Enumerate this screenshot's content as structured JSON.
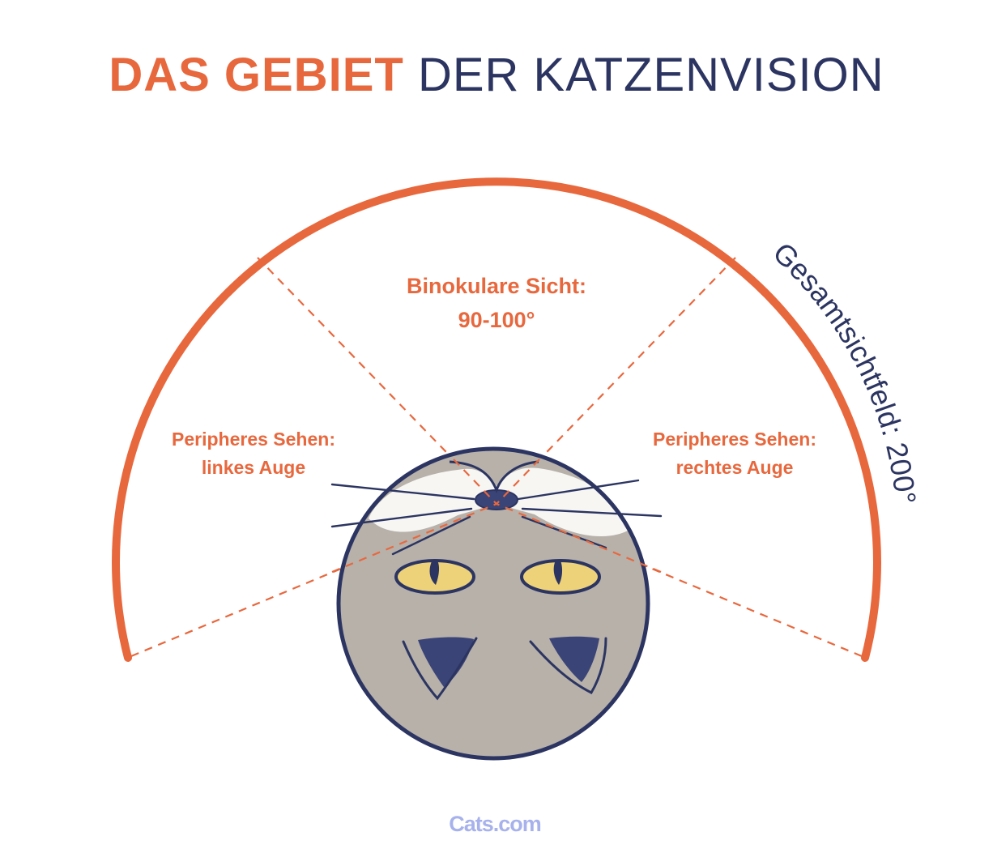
{
  "title": {
    "accent": "DAS GEBIET",
    "rest": "DER KATZENVISION"
  },
  "labels": {
    "binocular_line1": "Binokulare Sicht:",
    "binocular_line2": "90-100°",
    "left_line1": "Peripheres Sehen:",
    "left_line2": "linkes Auge",
    "right_line1": "Peripheres Sehen:",
    "right_line2": "rechtes Auge",
    "total": "Gesamtsichtfeld: 200°"
  },
  "brand": "Cats.com",
  "colors": {
    "accent": "#E8683E",
    "navy": "#2C3561",
    "cat_face": "#B7B1AA",
    "cat_eye": "#EDD27A",
    "brand": "#A7B2EC"
  }
}
